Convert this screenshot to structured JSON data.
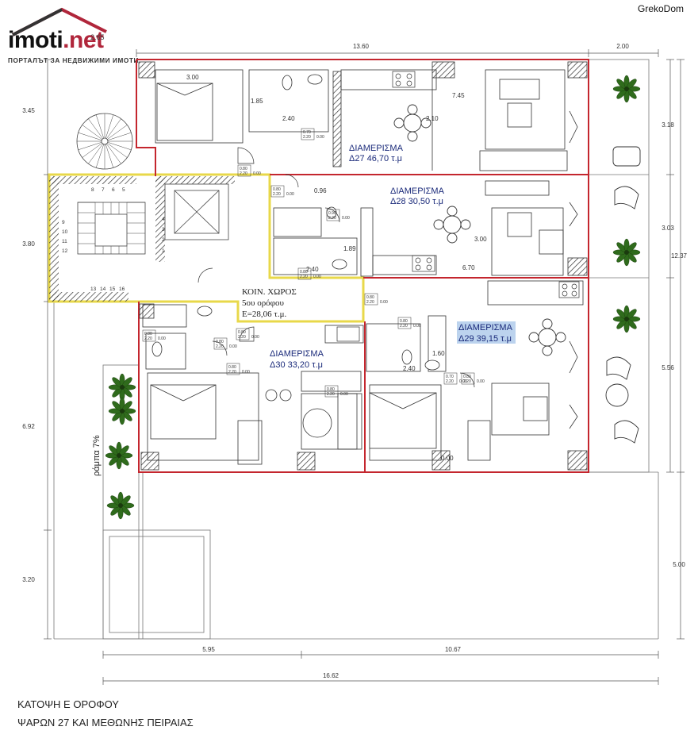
{
  "logo": {
    "name": "imoti",
    "suffix": ".net",
    "superscript": "2.65",
    "tagline": "ПОРТАЛЪТ ЗА НЕДВИЖИМИ ИМОТИ"
  },
  "watermark": "GrekoDom",
  "dimensions": {
    "top_total": "13.60",
    "top_balcony": "2.00",
    "left_1": "3.45",
    "left_2": "3.80",
    "left_3": "6.92",
    "left_4": "3.20",
    "right_1": "3.18",
    "right_2": "3.03",
    "right_3": "5.56",
    "right_4": "5.00",
    "right_total": "12.37",
    "bottom_left": "5.95",
    "bottom_right": "10.67",
    "bottom_total": "16.62"
  },
  "inner_dims": {
    "d27_bed": "3.00",
    "d27_bath_w": "1.85",
    "d27_bath_h": "2.40",
    "d27_living": "7.45",
    "d27_table": "2.10",
    "d28_a": "0.96",
    "d28_b": "1.89",
    "d28_c": "2.40",
    "d28_d": "3.00",
    "d28_e": "6.70",
    "d29_a": "1.60",
    "d29_b": "2.40",
    "d29_c": "0.00"
  },
  "door_tags": [
    {
      "top": "0.80",
      "bottom": "2.20",
      "side": "0.00"
    },
    {
      "top": "0.70",
      "bottom": "2.20",
      "side": "0.00"
    },
    {
      "top": "0.80",
      "bottom": "2.20",
      "side": "0.00"
    },
    {
      "top": "0.90",
      "bottom": "2.20",
      "side": "0.00"
    },
    {
      "top": "0.80",
      "bottom": "2.20",
      "side": "0.00"
    },
    {
      "top": "0.80",
      "bottom": "2.20",
      "side": "0.00"
    },
    {
      "top": "0.80",
      "bottom": "2.20",
      "side": "0.00"
    },
    {
      "top": "0.80",
      "bottom": "2.20",
      "side": "0.00"
    },
    {
      "top": "0.80",
      "bottom": "2.20",
      "side": "0.00"
    },
    {
      "top": "0.80",
      "bottom": "2.20",
      "side": "0.00"
    },
    {
      "top": "0.80",
      "bottom": "2.20",
      "side": "0.00"
    },
    {
      "top": "0.80",
      "bottom": "2.20",
      "side": "0.00"
    },
    {
      "top": "0.80",
      "bottom": "2.20",
      "side": "0.00"
    },
    {
      "top": "0.70",
      "bottom": "2.20",
      "side": "0.00"
    }
  ],
  "apartments": [
    {
      "label": "ΔΙΑΜΕΡΙΣΜΑ",
      "area": "Δ27 46,70 τ.μ"
    },
    {
      "label": "ΔΙΑΜΕΡΙΣΜΑ",
      "area": "Δ28 30,50 τ.μ"
    },
    {
      "label": "ΔΙΑΜΕΡΙΣΜΑ",
      "area": "Δ29 39,15 τ.μ"
    },
    {
      "label": "ΔΙΑΜΕΡΙΣΜΑ",
      "area": "Δ30 33,20 τ.μ"
    }
  ],
  "common": {
    "title": "ΚΟΙΝ. ΧΩΡΟΣ",
    "floor": "5ου ορόφου",
    "area": "Ε=28,06 τ.μ."
  },
  "stairs": {
    "left_numbers": [
      "9",
      "10",
      "11",
      "12"
    ],
    "top_numbers": [
      "8",
      "7",
      "6",
      "5"
    ],
    "right_numbers": [
      "4",
      "3",
      "2",
      "1"
    ],
    "bottom_numbers": [
      "13",
      "14",
      "15",
      "16"
    ]
  },
  "ramp": "ράμπα 7%",
  "footer": {
    "line1": "ΚΑΤΟΨΗ Ε ΟΡΟΦΟΥ",
    "line2": "ΨΑΡΩΝ 27 ΚΑΙ ΜΕΘΩΝΗΣ ΠΕΙΡΑΙΑΣ"
  },
  "colors": {
    "wall": "#c4262e",
    "common": "#e8d84a",
    "highlight": "#bcd3ee",
    "plant": "#2f6b1c"
  }
}
